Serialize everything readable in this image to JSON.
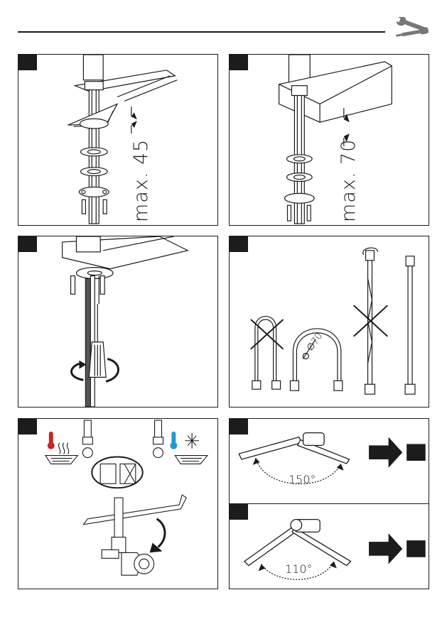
{
  "header": {
    "tools_icon": "wrench-screwdriver-icon"
  },
  "steps": [
    {
      "id": "panel-1",
      "label": "max. 45"
    },
    {
      "id": "panel-2",
      "label": "max. 70"
    },
    {
      "id": "panel-3"
    },
    {
      "id": "panel-4",
      "diameter_label": "∅70"
    },
    {
      "id": "panel-5",
      "hot_icon": "hot-thermometer-icon",
      "cold_icon": "cold-thermometer-icon"
    },
    {
      "id": "panel-6",
      "angle_label": "150°"
    },
    {
      "id": "panel-7",
      "angle_label": "110°"
    }
  ],
  "colors": {
    "hot": "#c8242b",
    "cold": "#1e9ad6",
    "ink": "#1a1a1a",
    "badge": "#1c1c1c",
    "arrow": "#1c1c1c"
  }
}
